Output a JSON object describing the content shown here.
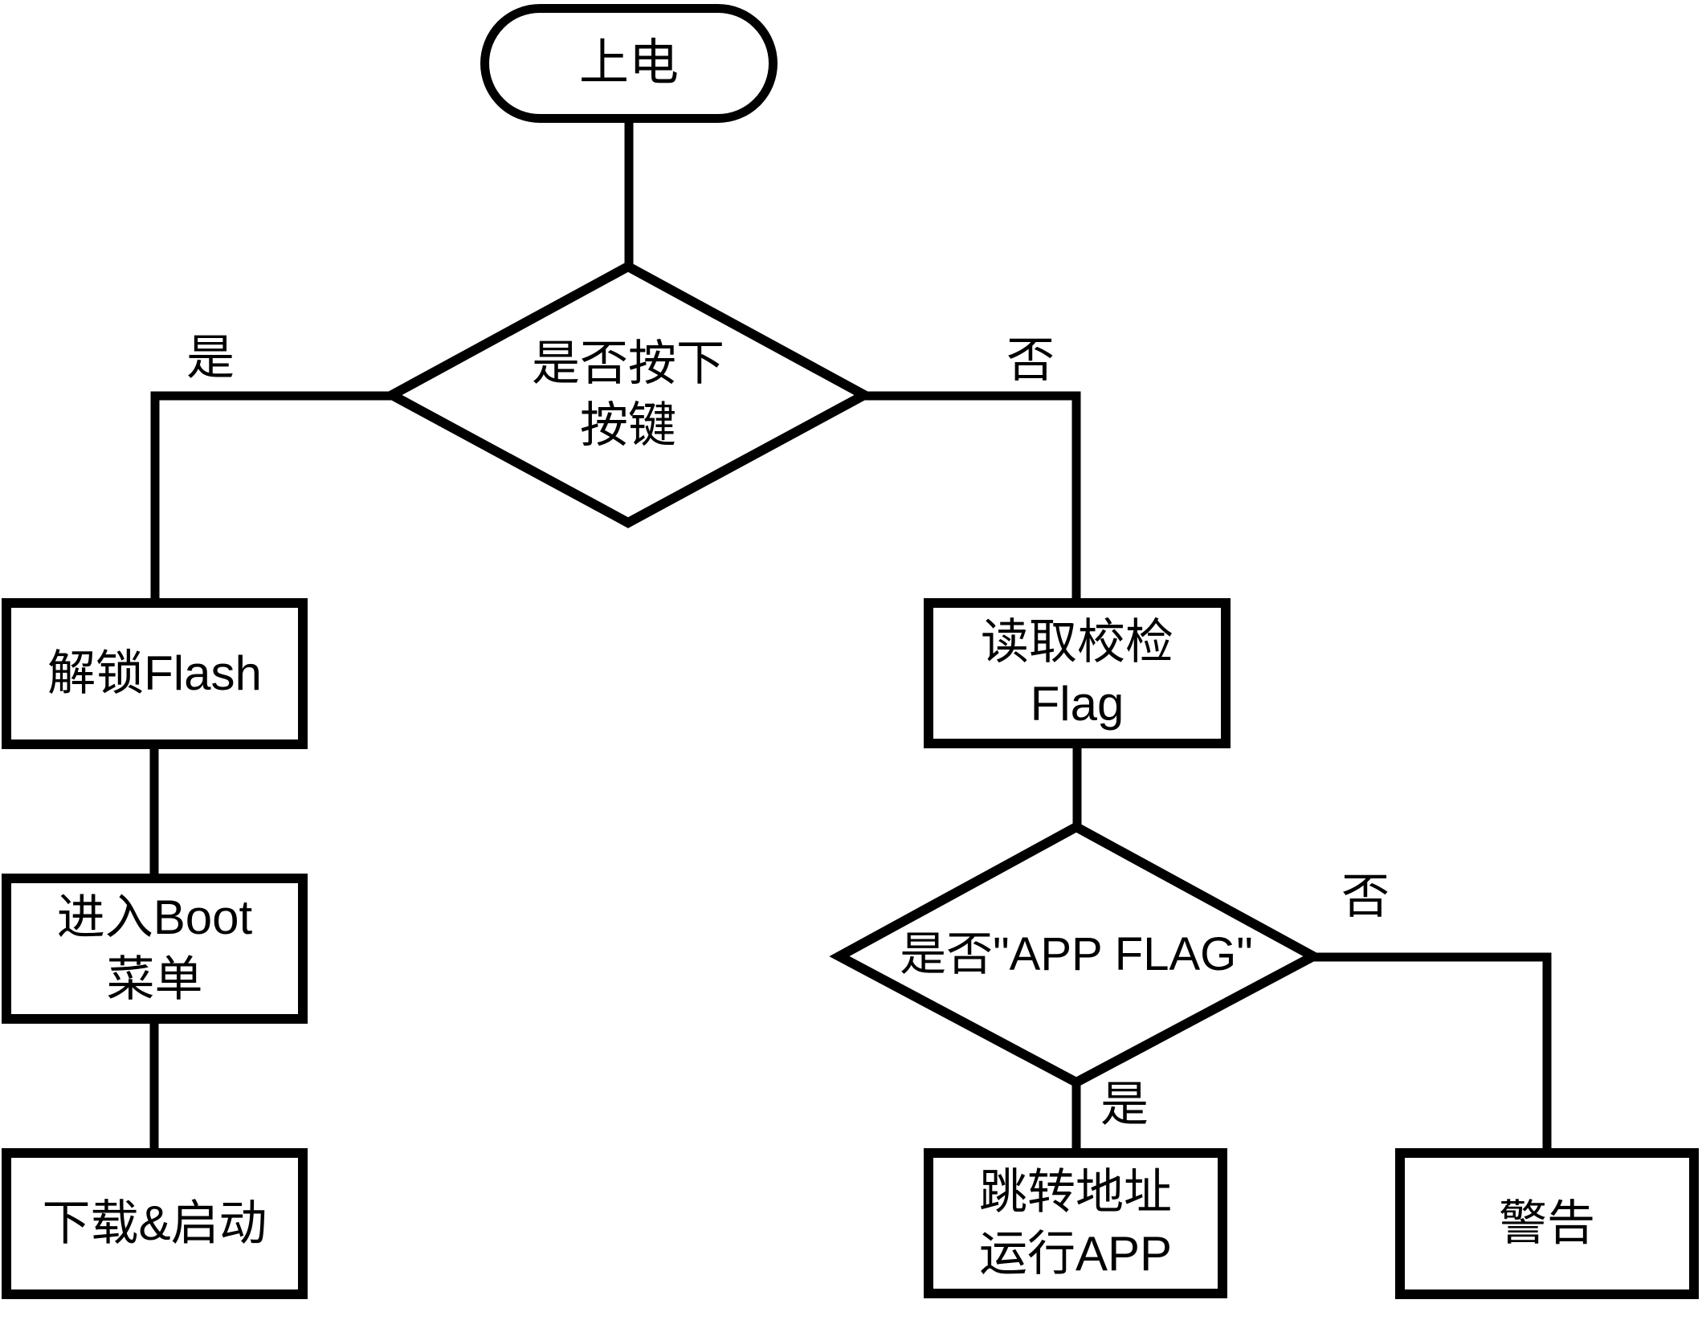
{
  "diagram": {
    "background": "#ffffff",
    "stroke_color": "#000000",
    "nodes": {
      "start": {
        "label": "上电"
      },
      "check_button": {
        "label": "是否按下\n按键"
      },
      "unlock_flash": {
        "label": "解锁Flash"
      },
      "enter_boot_menu": {
        "label": "进入Boot\n菜单"
      },
      "download_start": {
        "label": "下载&启动"
      },
      "read_check_flag": {
        "label": "读取校检\nFlag"
      },
      "check_app_flag": {
        "label": "是否\"APP FLAG\""
      },
      "jump_run_app": {
        "label": "跳转地址\n运行APP"
      },
      "warning": {
        "label": "警告"
      }
    },
    "edge_labels": {
      "button_yes": "是",
      "button_no": "否",
      "app_flag_yes": "是",
      "app_flag_no": "否"
    }
  }
}
